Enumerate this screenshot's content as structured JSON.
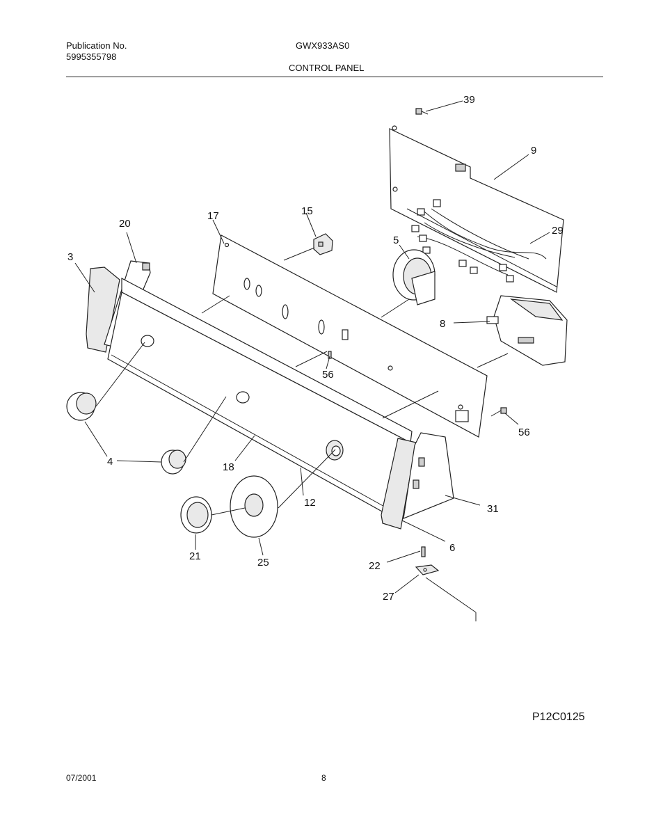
{
  "header": {
    "publication_label": "Publication No.",
    "publication_number": "5995355798",
    "model": "GWX933AS0",
    "section": "CONTROL PANEL"
  },
  "diagram": {
    "callouts": {
      "39": "39",
      "9": "9",
      "29": "29",
      "15": "15",
      "17": "17",
      "20": "20",
      "3": "3",
      "5": "5",
      "8": "8",
      "56a": "56",
      "56b": "56",
      "4": "4",
      "18": "18",
      "12": "12",
      "31": "31",
      "21": "21",
      "25": "25",
      "6": "6",
      "22": "22",
      "27": "27"
    }
  },
  "figure_code": "P12C0125",
  "footer": {
    "date": "07/2001",
    "page": "8"
  }
}
